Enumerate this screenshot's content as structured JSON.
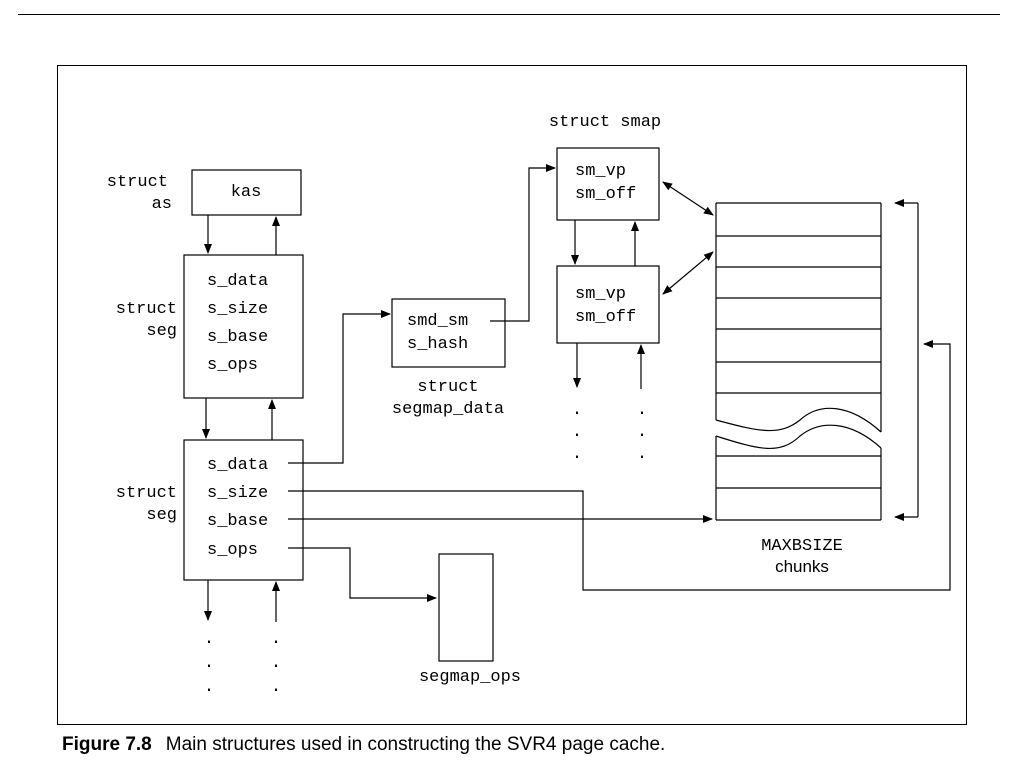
{
  "header_text": "",
  "labels": {
    "struct_as": [
      "struct",
      "as"
    ],
    "kas": "kas",
    "struct_seg_1": [
      "struct",
      "seg"
    ],
    "struct_seg_2": [
      "struct",
      "seg"
    ],
    "seg1_fields": [
      "s_data",
      "s_size",
      "s_base",
      "s_ops"
    ],
    "seg2_fields": [
      "s_data",
      "s_size",
      "s_base",
      "s_ops"
    ],
    "segmap_data_fields": [
      "smd_sm",
      "s_hash"
    ],
    "struct_segmap_data": [
      "struct",
      "segmap_data"
    ],
    "struct_smap": "struct smap",
    "smap1_fields": [
      "sm_vp",
      "sm_off"
    ],
    "smap2_fields": [
      "sm_vp",
      "sm_off"
    ],
    "segmap_ops": "segmap_ops",
    "maxbsize": "MAXBSIZE",
    "chunks": "chunks",
    "ellipsis": "."
  },
  "caption": {
    "number": "Figure 7.8",
    "text": "Main structures used in constructing the SVR4 page cache."
  }
}
